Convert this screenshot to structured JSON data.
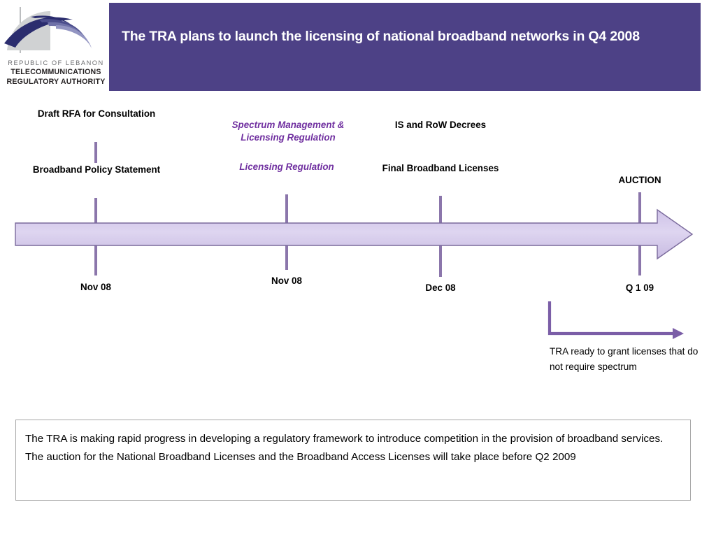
{
  "header": {
    "title": "The TRA plans to launch the licensing of national broadband networks in Q4 2008",
    "bg_color": "#4d4186"
  },
  "logo": {
    "line1": "REPUBLIC OF LEBANON",
    "line2": "TELECOMMUNICATIONS",
    "line3": "REGULATORY AUTHORITY",
    "mark_name": "tra-swoosh-logo"
  },
  "timeline": {
    "bar_color": "#d6ccec",
    "bar_border_color": "#7a6a9c",
    "tick_color": "#8b76ab",
    "accent_purple": "#7030a0",
    "milestones": [
      {
        "id": "m1",
        "top_label": "Draft RFA for Consultation",
        "main_label": "Broadband Policy Statement",
        "date": "Nov 08",
        "style": "black"
      },
      {
        "id": "m2",
        "top_label": "Spectrum Management & Licensing Regulation",
        "main_label": "Licensing Regulation",
        "date": "Nov 08",
        "style": "purple"
      },
      {
        "id": "m3",
        "top_label": "IS and RoW Decrees",
        "main_label": "Final Broadband Licenses",
        "date": "Dec 08",
        "style": "black"
      },
      {
        "id": "m4",
        "top_label": "",
        "main_label": "AUCTION",
        "date": "Q 1 09",
        "style": "black"
      }
    ]
  },
  "callout": {
    "text": "TRA ready to grant licenses that do not require spectrum",
    "arrow_color": "#7b5ea7"
  },
  "summary": {
    "text": "The TRA is making rapid progress in developing a regulatory framework to introduce competition in the provision of broadband services. The auction for the National Broadband Licenses and the Broadband Access Licenses will take place before Q2 2009",
    "border_color": "#a6a6a6"
  }
}
